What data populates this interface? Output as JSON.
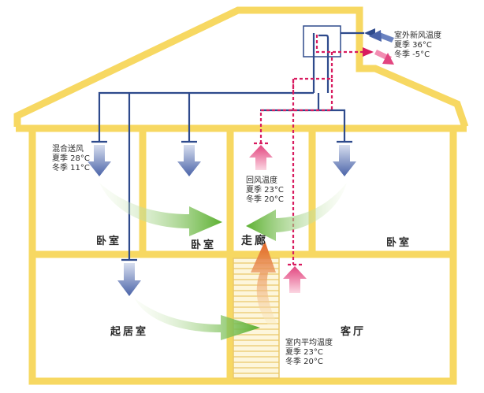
{
  "annotations": {
    "outdoor_fresh_air": {
      "title": "室外新风温度",
      "summer": "夏季 36°C",
      "winter": "冬季 -5°C"
    },
    "mixed_supply_air": {
      "title": "混合送风",
      "summer": "夏季 28°C",
      "winter": "冬季 11°C"
    },
    "return_air": {
      "title": "回风温度",
      "summer": "夏季 23°C",
      "winter": "冬季 20°C"
    },
    "indoor_average": {
      "title": "室内平均温度",
      "summer": "夏季 23°C",
      "winter": "冬季 20°C"
    }
  },
  "rooms": {
    "bedroom_left": "卧室",
    "bedroom_middle": "卧室",
    "corridor": "走廊",
    "bedroom_right": "卧室",
    "living_room": "起居室",
    "hall": "客厅"
  },
  "colors": {
    "house_outline": "#f7d862",
    "supply_duct": "#2e4a8c",
    "return_duct": "#d81b5f",
    "airflow": "#6fbf3a"
  }
}
